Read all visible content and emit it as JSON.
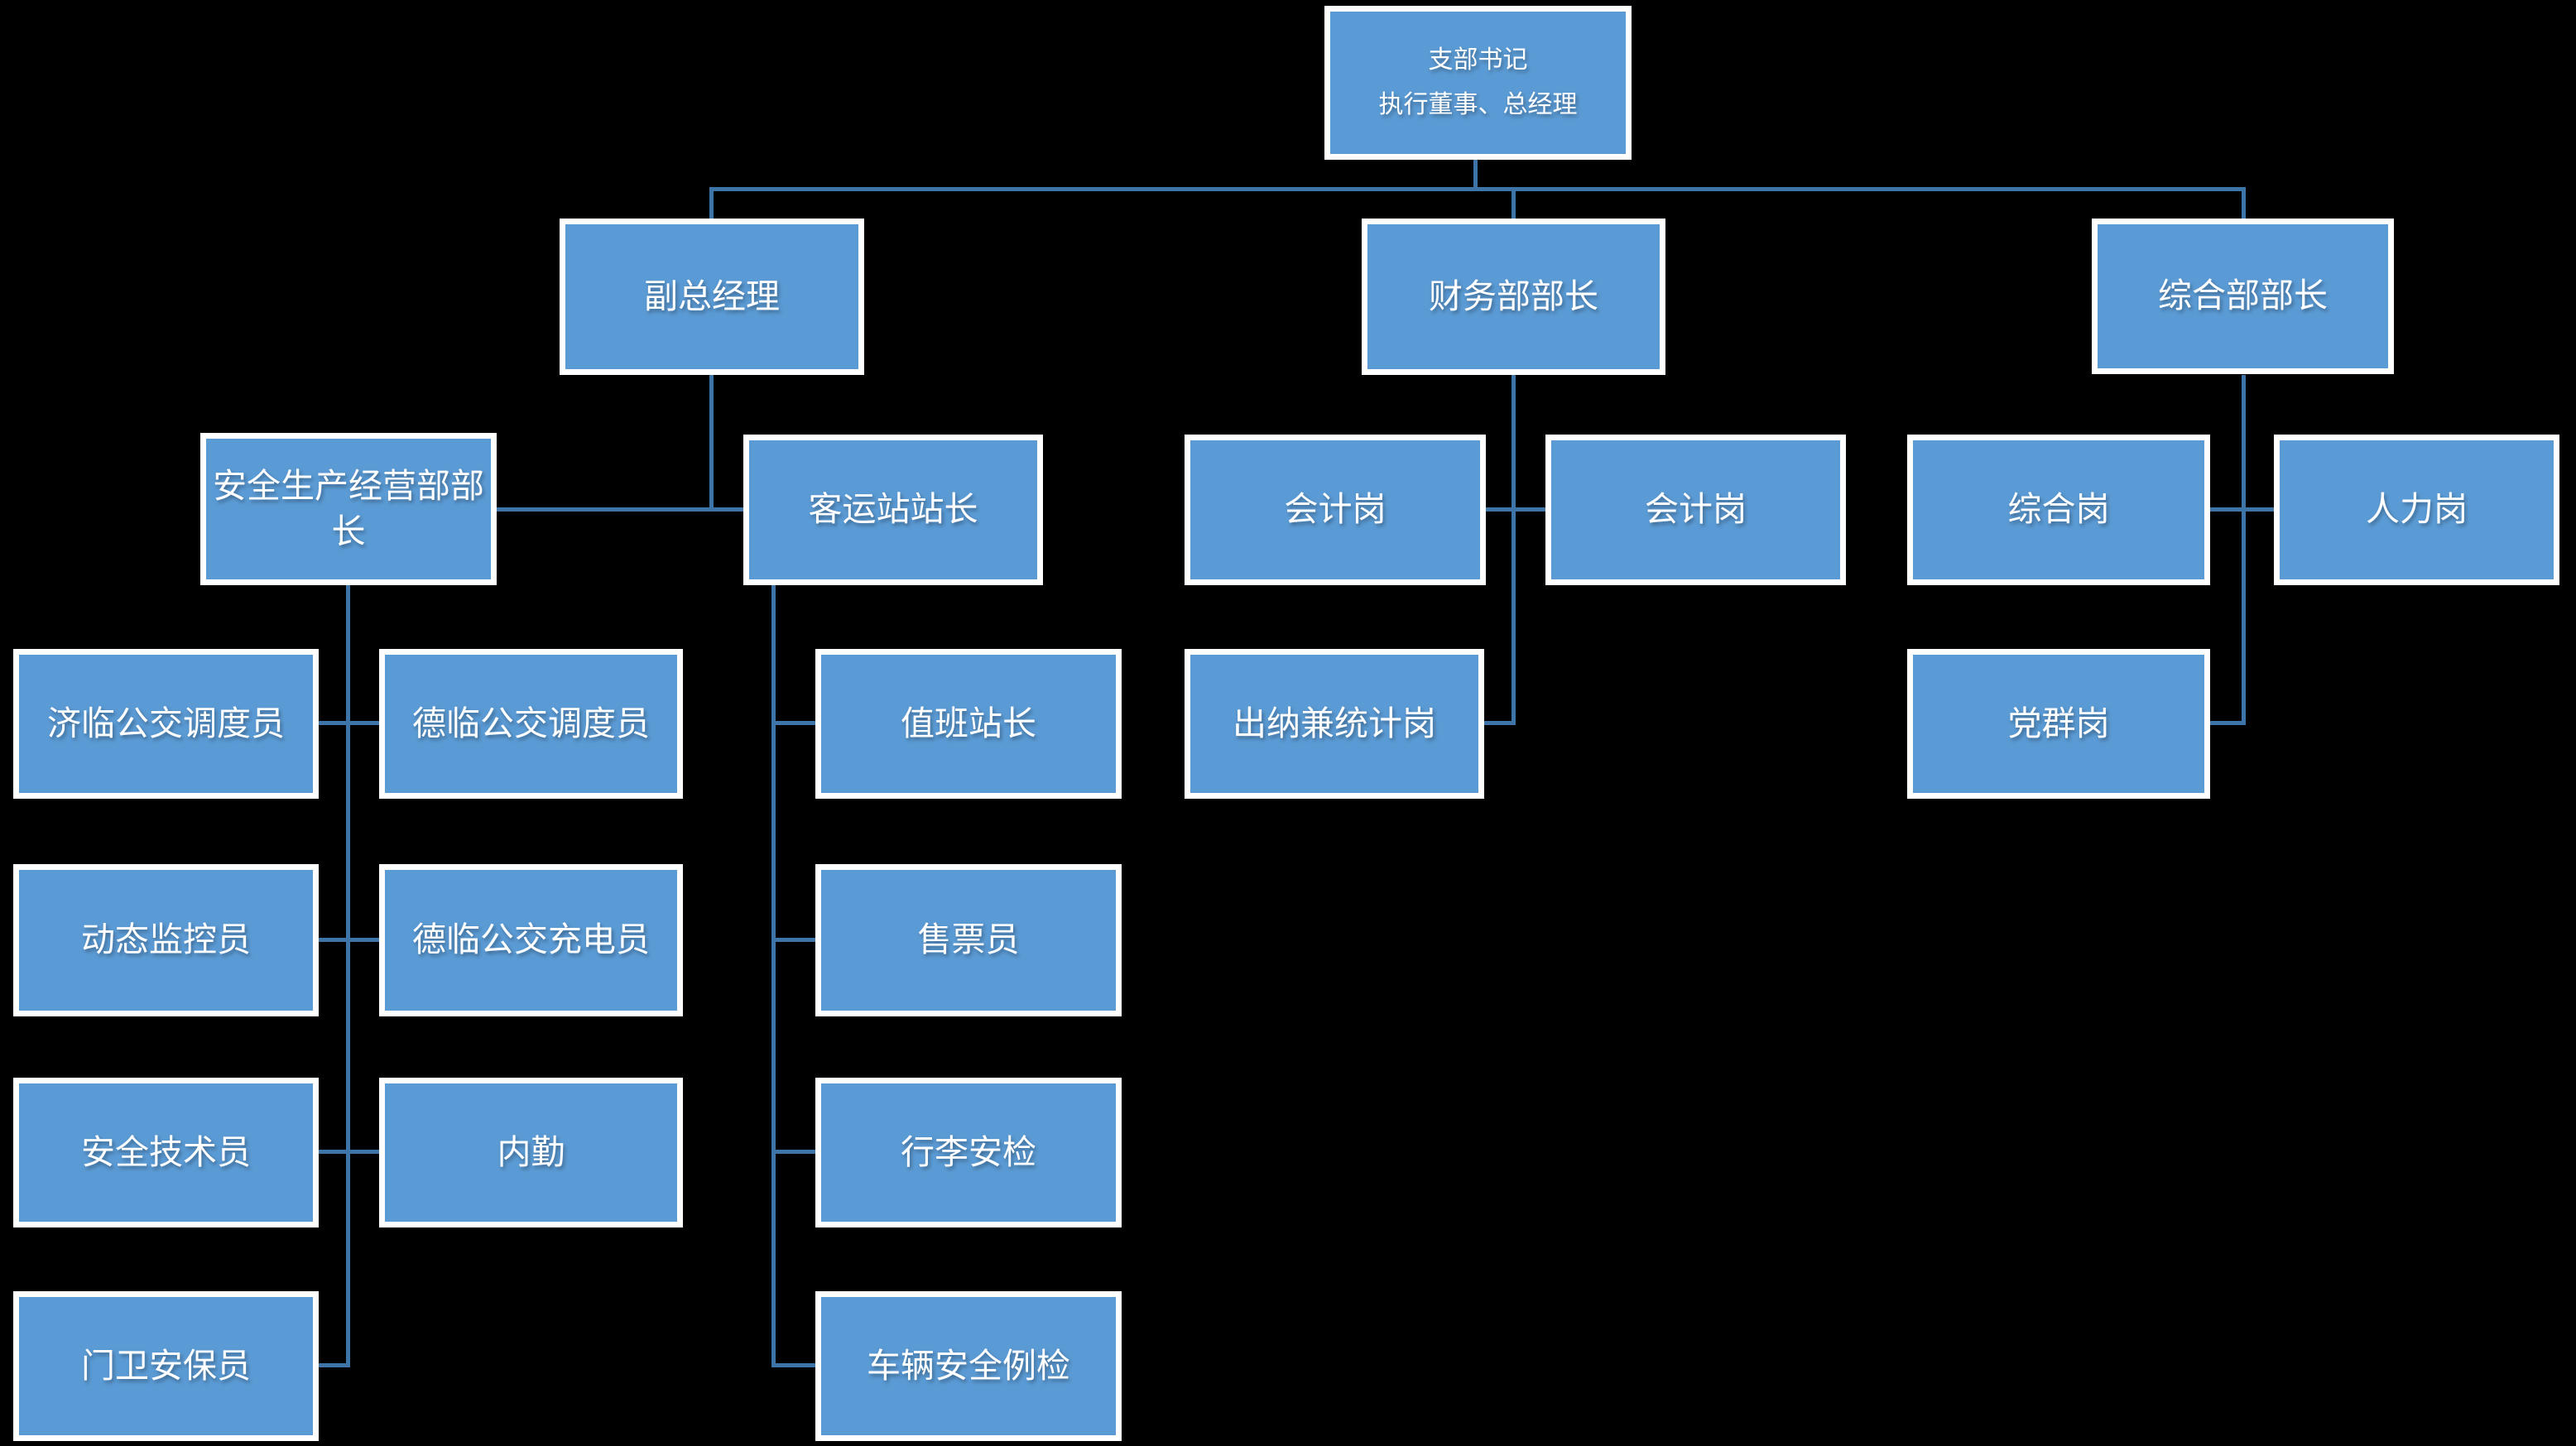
{
  "org_chart": {
    "type": "org-chart",
    "nodes": {
      "root": {
        "lines": [
          "支部书记",
          "执行董事、总经理"
        ]
      },
      "vice_gm": {
        "label": "副总经理"
      },
      "finance_head": {
        "label": "财务部部长"
      },
      "general_head": {
        "label": "综合部部长"
      },
      "safety_dept_head": {
        "label": "安全生产经营部部长"
      },
      "station_master": {
        "label": "客运站站长"
      },
      "accountant_1": {
        "label": "会计岗"
      },
      "accountant_2": {
        "label": "会计岗"
      },
      "general_post": {
        "label": "综合岗"
      },
      "hr_post": {
        "label": "人力岗"
      },
      "jilin_dispatcher": {
        "label": "济临公交调度员"
      },
      "delin_dispatcher": {
        "label": "德临公交调度员"
      },
      "duty_station_master": {
        "label": "值班站长"
      },
      "cashier_stat": {
        "label": "出纳兼统计岗"
      },
      "party_post": {
        "label": "党群岗"
      },
      "dynamic_monitor": {
        "label": "动态监控员"
      },
      "delin_charger": {
        "label": "德临公交充电员"
      },
      "ticket_seller": {
        "label": "售票员"
      },
      "safety_technician": {
        "label": "安全技术员"
      },
      "internal_affairs": {
        "label": "内勤"
      },
      "baggage_security": {
        "label": "行李安检"
      },
      "gate_guard": {
        "label": "门卫安保员"
      },
      "vehicle_inspection": {
        "label": "车辆安全例检"
      }
    },
    "hierarchy": {
      "root": [
        "vice_gm",
        "finance_head",
        "general_head"
      ],
      "vice_gm": [
        "safety_dept_head",
        "station_master"
      ],
      "safety_dept_head": [
        "jilin_dispatcher",
        "delin_dispatcher",
        "dynamic_monitor",
        "delin_charger",
        "safety_technician",
        "internal_affairs",
        "gate_guard"
      ],
      "station_master": [
        "duty_station_master",
        "ticket_seller",
        "baggage_security",
        "vehicle_inspection"
      ],
      "finance_head": [
        "accountant_1",
        "accountant_2",
        "cashier_stat"
      ],
      "general_head": [
        "general_post",
        "hr_post",
        "party_post"
      ]
    }
  },
  "colors": {
    "background": "#000000",
    "box_fill": "#5B9BD5",
    "box_border": "#FFFFFF",
    "text": "#FFFFFF",
    "connector": "#3E75A9"
  }
}
